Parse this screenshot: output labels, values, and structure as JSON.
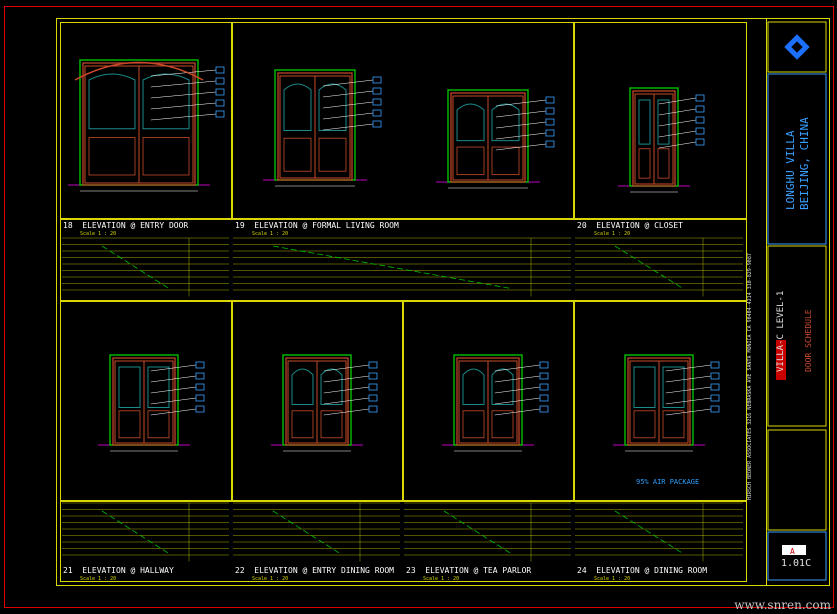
{
  "colors": {
    "frame": "#e00000",
    "border": "#d8d800",
    "door": "#c84a2a",
    "door_inner": "#1a8a8a",
    "leader": "#ffffff",
    "tag": "#3aa0ff",
    "green": "#00c000",
    "magenta": "#c000c0"
  },
  "elevations_top": [
    {
      "num": "18",
      "title": "ELEVATION @ ENTRY DOOR",
      "scale": "Scale 1 : 20"
    },
    {
      "num": "19",
      "title": "ELEVATION @ FORMAL LIVING ROOM",
      "scale": "Scale 1 : 20"
    },
    {
      "num": "20",
      "title": "ELEVATION @ CLOSET",
      "scale": "Scale 1 : 20"
    }
  ],
  "elevations_bottom": [
    {
      "num": "21",
      "title": "ELEVATION @ HALLWAY",
      "scale": "Scale 1 : 20"
    },
    {
      "num": "22",
      "title": "ELEVATION @ ENTRY DINING ROOM",
      "scale": "Scale 1 : 20"
    },
    {
      "num": "23",
      "title": "ELEVATION @ TEA PARLOR",
      "scale": "Scale 1 : 20"
    },
    {
      "num": "24",
      "title": "ELEVATION @ DINING ROOM",
      "scale": "Scale 1 : 20"
    }
  ],
  "note_air": "95% AIR PACKAGE",
  "titleblock": {
    "project": "LONGHU VILLA",
    "city": "BEIJING, CHINA",
    "level": "VILLA-C  LEVEL-1",
    "subtitle": "DOOR SCHEDULE",
    "sheet": "1.01C",
    "sheet_no": "A"
  },
  "side_text": "HIRSCH BEDNER ASSOCIATES   3216 NEBRASKA AVE   SANTA MONICA CA 90404-4214   310-829-9087",
  "watermark": "www.snren.com"
}
